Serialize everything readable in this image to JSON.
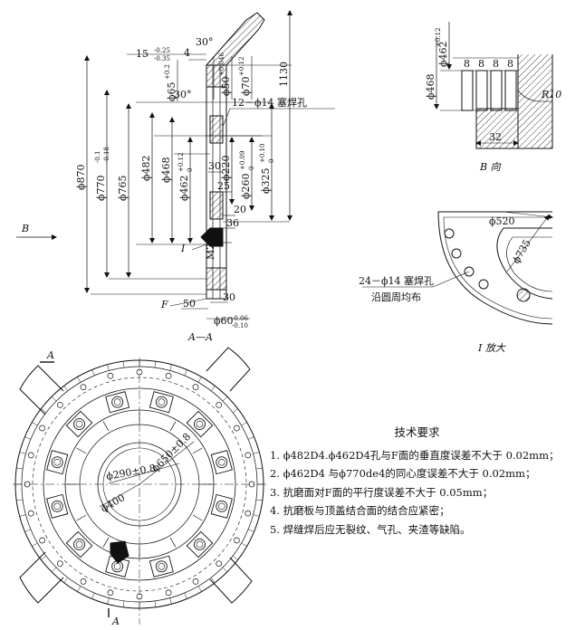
{
  "section_view": {
    "caption": "A—A",
    "view_arrow_label": "B",
    "face_label": "F",
    "detail_ref_label": "I",
    "dims": {
      "d870": "ϕ870",
      "d770": "ϕ770",
      "d770_tol_upper": "-0.1",
      "d770_tol_lower": "-0.18",
      "d765": "ϕ765",
      "d482": "ϕ482",
      "d468": "ϕ468",
      "d462": "ϕ462",
      "d462_tol": "+0.12",
      "d462_tol_zero": "0",
      "d220": "ϕ220",
      "d260": "ϕ260",
      "d260_tol": "+0.09",
      "d260_tol_zero": "0",
      "d325": "ϕ325",
      "d325_tol": "+0.10",
      "d325_tol_zero": "0",
      "d60": "ϕ60",
      "d60_tol_upper": "-0.06",
      "d60_tol_lower": "-0.10",
      "d65": "ϕ65",
      "d65_tol": "+0.2",
      "d50": "ϕ50",
      "d50_tol": "+0.046",
      "d70": "ϕ70",
      "d70_tol": "+0.12",
      "h1130": "1130",
      "l15": "15",
      "l15_tol_upper": "-0.25",
      "l15_tol_lower": "-0.35",
      "l4": "4",
      "angle_top": "30°",
      "angle_mid": "30°",
      "holes_note": "12－ϕ14 塞焊孔",
      "l30_a": "30",
      "l25": "25",
      "l20": "20",
      "l36": "36",
      "m24": "M24",
      "l30_b": "30",
      "l50": "50"
    }
  },
  "b_view": {
    "caption": "B 向",
    "d462": "ϕ462",
    "d462_tol": "+0.12",
    "d468": "ϕ468",
    "gaps": [
      "8",
      "8",
      "8",
      "8"
    ],
    "r10": "R10",
    "l32": "32"
  },
  "detail_view": {
    "caption": "I 放大",
    "d520": "ϕ520",
    "d735": "ϕ735",
    "note_line1": "24－ϕ14 塞焊孔",
    "note_line2": "沿圆周均布"
  },
  "plan_view": {
    "section_marker": "A",
    "d290": "ϕ290±0.8",
    "d650": "ϕ650±0.8",
    "d400": "ϕ400"
  },
  "requirements": {
    "title": "技术要求",
    "items": [
      "1. ϕ482D4.ϕ462D4孔与F面的垂直度误差不大于 0.02mm；",
      "2. ϕ462D4 与ϕ770de4的同心度误差不大于 0.02mm；",
      "3. 抗磨面对F面的平行度误差不大于 0.05mm；",
      "4. 抗磨板与顶盖结合面的结合应紧密；",
      "5. 焊缝焊后应无裂纹、气孔、夹渣等缺陷。"
    ]
  }
}
